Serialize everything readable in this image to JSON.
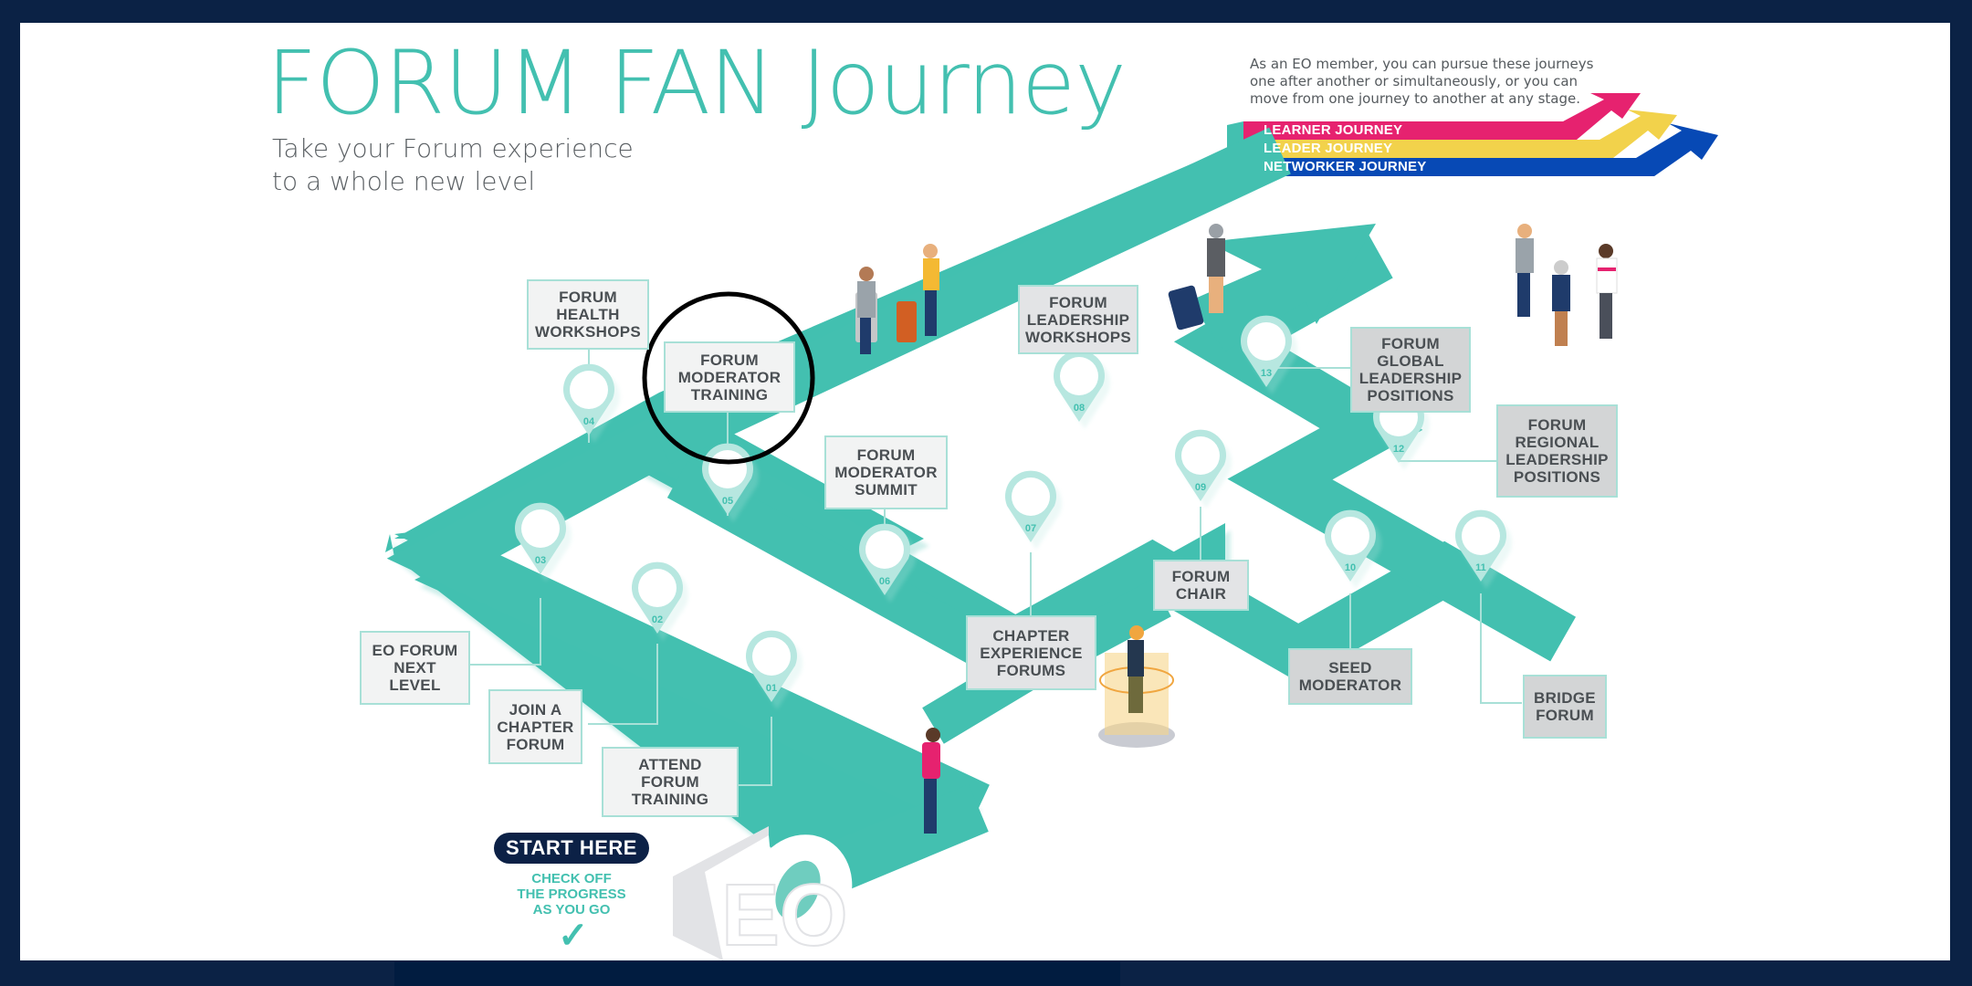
{
  "header": {
    "title": "FORUM FAN Journey",
    "subtitle_lines": [
      "Take your Forum experience",
      "to a whole new level"
    ]
  },
  "intro": {
    "text": "As an EO member, you can pursue these journeys one after another or simultaneously, or you can move from one journey to another at any stage."
  },
  "journeys": [
    {
      "label": "LEARNER JOURNEY",
      "color": "#e6226f"
    },
    {
      "label": "LEADER JOURNEY",
      "color": "#f2d24b"
    },
    {
      "label": "NETWORKER JOURNEY",
      "color": "#0749b5"
    }
  ],
  "colors": {
    "accent": "#43c0b0",
    "pin_ring": "#b7e7e0",
    "navy": "#0b2245",
    "text_dark": "#4a4f53"
  },
  "steps": [
    {
      "number": "01",
      "label_lines": [
        "ATTEND",
        "FORUM",
        "TRAINING"
      ]
    },
    {
      "number": "02",
      "label_lines": [
        "JOIN A",
        "CHAPTER",
        "FORUM"
      ]
    },
    {
      "number": "03",
      "label_lines": [
        "EO FORUM",
        "NEXT",
        "LEVEL"
      ]
    },
    {
      "number": "04",
      "label_lines": [
        "FORUM",
        "HEALTH",
        "WORKSHOPS"
      ]
    },
    {
      "number": "05",
      "label_lines": [
        "FORUM",
        "MODERATOR",
        "TRAINING"
      ]
    },
    {
      "number": "06",
      "label_lines": [
        "FORUM",
        "MODERATOR",
        "SUMMIT"
      ]
    },
    {
      "number": "07",
      "label_lines": [
        "CHAPTER",
        "EXPERIENCE",
        "FORUMS"
      ]
    },
    {
      "number": "08",
      "label_lines": [
        "FORUM",
        "LEADERSHIP",
        "WORKSHOPS"
      ]
    },
    {
      "number": "09",
      "label_lines": [
        "FORUM",
        "CHAIR"
      ]
    },
    {
      "number": "10",
      "label_lines": [
        "SEED",
        "MODERATOR"
      ]
    },
    {
      "number": "11",
      "label_lines": [
        "BRIDGE",
        "FORUM"
      ]
    },
    {
      "number": "12",
      "label_lines": [
        "FORUM",
        "REGIONAL",
        "LEADERSHIP",
        "POSITIONS"
      ]
    },
    {
      "number": "13",
      "label_lines": [
        "FORUM",
        "GLOBAL",
        "LEADERSHIP",
        "POSITIONS"
      ]
    }
  ],
  "start": {
    "button_label": "START HERE",
    "hint_lines": [
      "CHECK OFF",
      "THE PROGRESS",
      "AS YOU GO"
    ],
    "check_icon": "checkmark-icon"
  },
  "logo": {
    "text": "EO"
  },
  "highlight": {
    "circled_step": "05"
  }
}
